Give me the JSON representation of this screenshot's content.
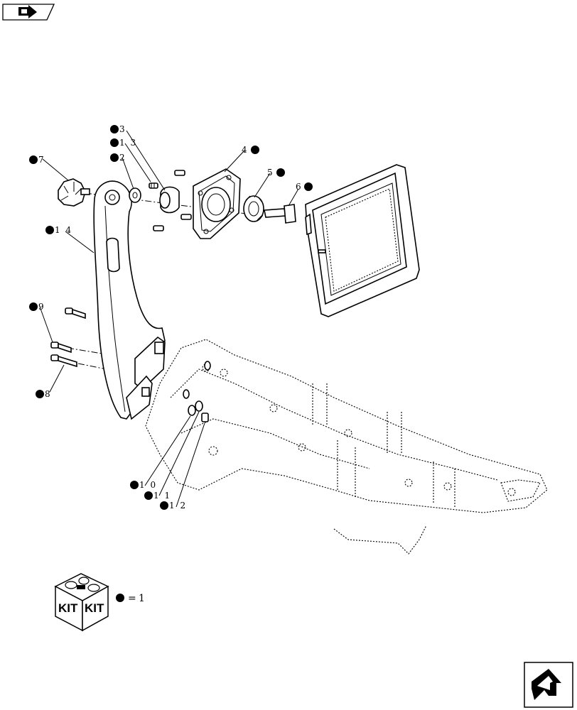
{
  "callouts": [
    {
      "id": "3",
      "text": "3"
    },
    {
      "id": "13",
      "text": "1 3"
    },
    {
      "id": "2",
      "text": "2"
    },
    {
      "id": "7",
      "text": "7"
    },
    {
      "id": "4",
      "text": "4"
    },
    {
      "id": "5",
      "text": "5"
    },
    {
      "id": "6",
      "text": "6"
    },
    {
      "id": "14",
      "text": "1 4"
    },
    {
      "id": "9",
      "text": "9"
    },
    {
      "id": "8",
      "text": "8"
    },
    {
      "id": "10",
      "text": "1 0"
    },
    {
      "id": "11",
      "text": "1 1"
    },
    {
      "id": "12",
      "text": "1 2"
    }
  ],
  "legend": {
    "kit_left": "KIT",
    "kit_right": "KIT",
    "equals": "=",
    "value": "1"
  },
  "nav": {
    "top_icon": "arrow-right-icon",
    "bottom_icon": "arrow-return-icon"
  }
}
